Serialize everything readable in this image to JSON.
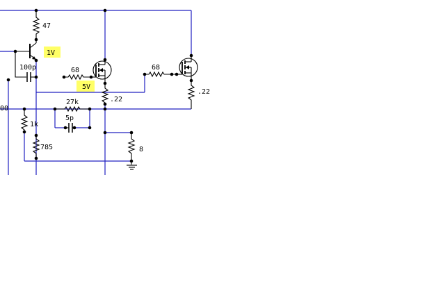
{
  "schematic": {
    "components": {
      "r_top": "47",
      "r_gate1": "68",
      "r_gate2": "68",
      "r_src1": ".22",
      "r_src2": ".22",
      "r_fb": "27k",
      "c_fb": "5p",
      "c_base": "100p",
      "r_1k": "1k",
      "r_785": "785",
      "r_load": "8",
      "left_fragment": "00"
    },
    "probes": {
      "base_voltage": "1V",
      "gate_voltage": "5V"
    },
    "colors": {
      "wire": "#2020c0",
      "component": "#000000",
      "probe_highlight": "#ffff66"
    }
  }
}
